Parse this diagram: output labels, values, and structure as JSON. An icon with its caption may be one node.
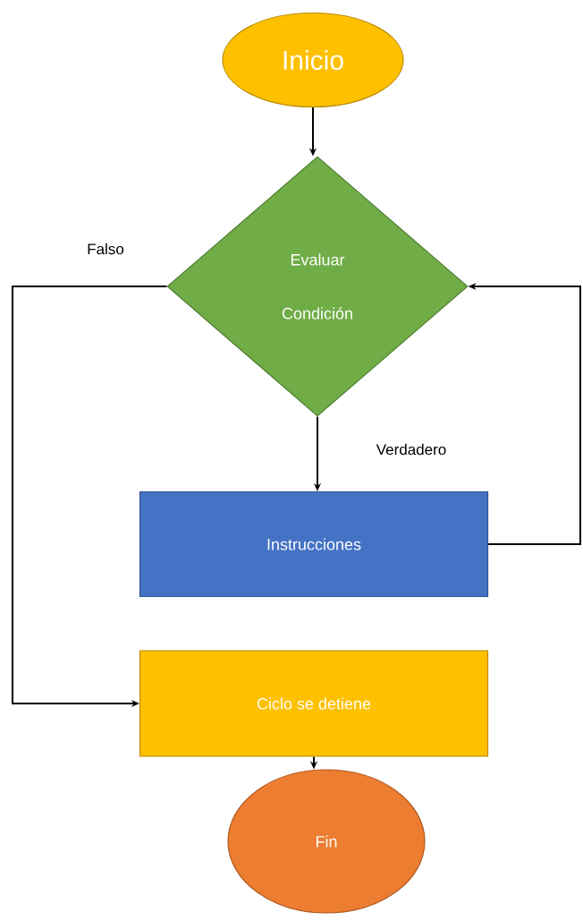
{
  "diagram": {
    "nodes": [
      {
        "text": [
          "Inicio"
        ]
      },
      {
        "text": [
          "Evaluar Condición"
        ]
      },
      {
        "text": [
          "Instrucciones"
        ]
      },
      {
        "text": [
          "Ciclo se detiene"
        ]
      },
      {
        "text": [
          "Fin"
        ]
      }
    ],
    "edges": [
      {
        "from": 0,
        "to": 1,
        "arrow": "to"
      },
      {
        "from": 1,
        "to": 2,
        "arrow": "to",
        "label": "Verdadero"
      },
      {
        "from": 1,
        "to": 3,
        "arrow": "to",
        "label": "Falso"
      },
      {
        "from": 2,
        "to": 1,
        "arrow": "to"
      },
      {
        "from": 3,
        "to": 4,
        "arrow": "to"
      }
    ]
  }
}
